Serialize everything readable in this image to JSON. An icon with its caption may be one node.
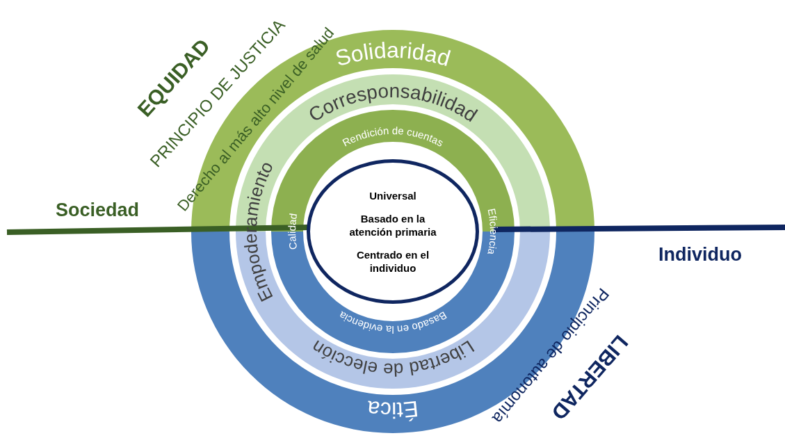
{
  "diagram": {
    "nodes": [
      {
        "text": [
          "Solidaridad"
        ]
      },
      {
        "text": [
          "Corresponsabilidad"
        ]
      },
      {
        "text": [
          "Rendición de cuentas"
        ]
      },
      {
        "text": [
          "Universal",
          "Basado en la atención primaria",
          "Centrado en el individuo"
        ]
      },
      {
        "text": [
          "Basado en la evidencia"
        ]
      },
      {
        "text": [
          "Libertad de elección"
        ]
      },
      {
        "text": [
          "Ética"
        ]
      }
    ],
    "labels": [
      "EQUIDAD",
      "PRINCIPIO DE JUSTICIA",
      "Derecho al más alto nivel de salud",
      "Sociedad",
      "Empoderamiento",
      "Calidad",
      "Eficiencia",
      "Individuo",
      "LIBERTAD",
      "Principio de autonomía"
    ]
  }
}
